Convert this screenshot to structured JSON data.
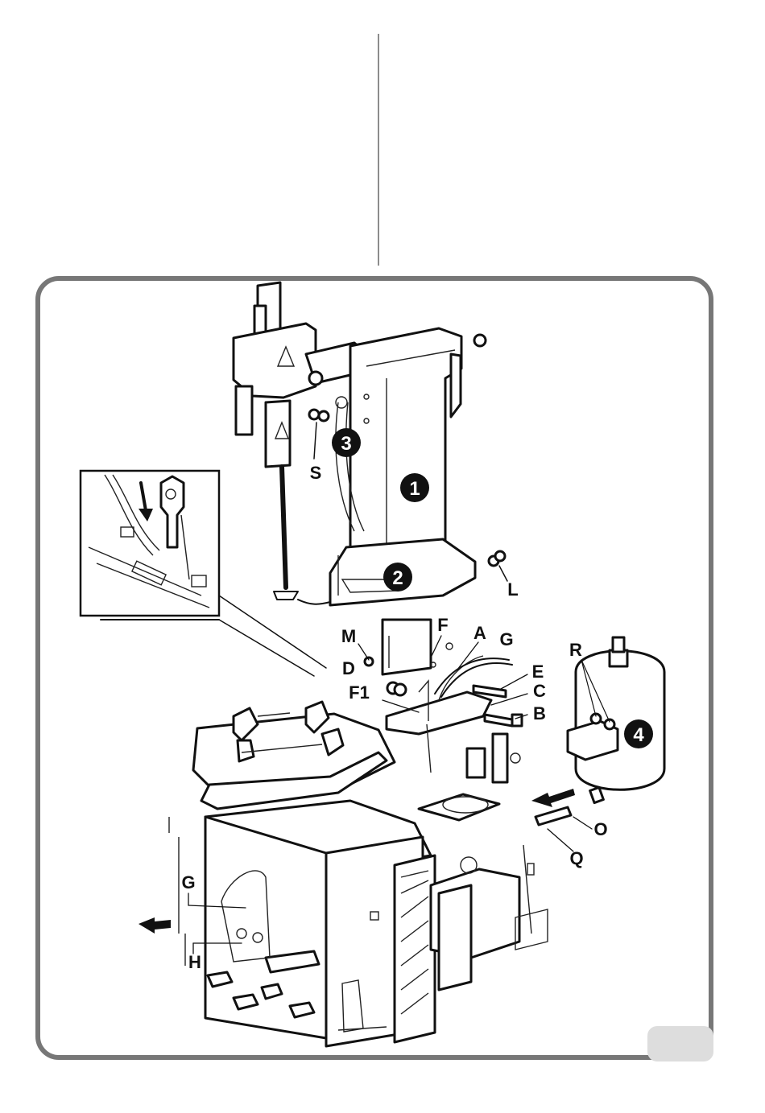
{
  "part_numbers": [
    "1",
    "2",
    "3",
    "4"
  ],
  "callouts": [
    "S",
    "L",
    "M",
    "F",
    "A",
    "G",
    "D",
    "E",
    "F1",
    "C",
    "B",
    "R",
    "O",
    "Q",
    "G",
    "H"
  ],
  "colors": {
    "line": "#111111",
    "frame": "#777777",
    "page_tab": "#dddddd",
    "background": "#ffffff"
  },
  "icons": [
    "direction-arrow-icon",
    "bold-arrow-icon"
  ]
}
